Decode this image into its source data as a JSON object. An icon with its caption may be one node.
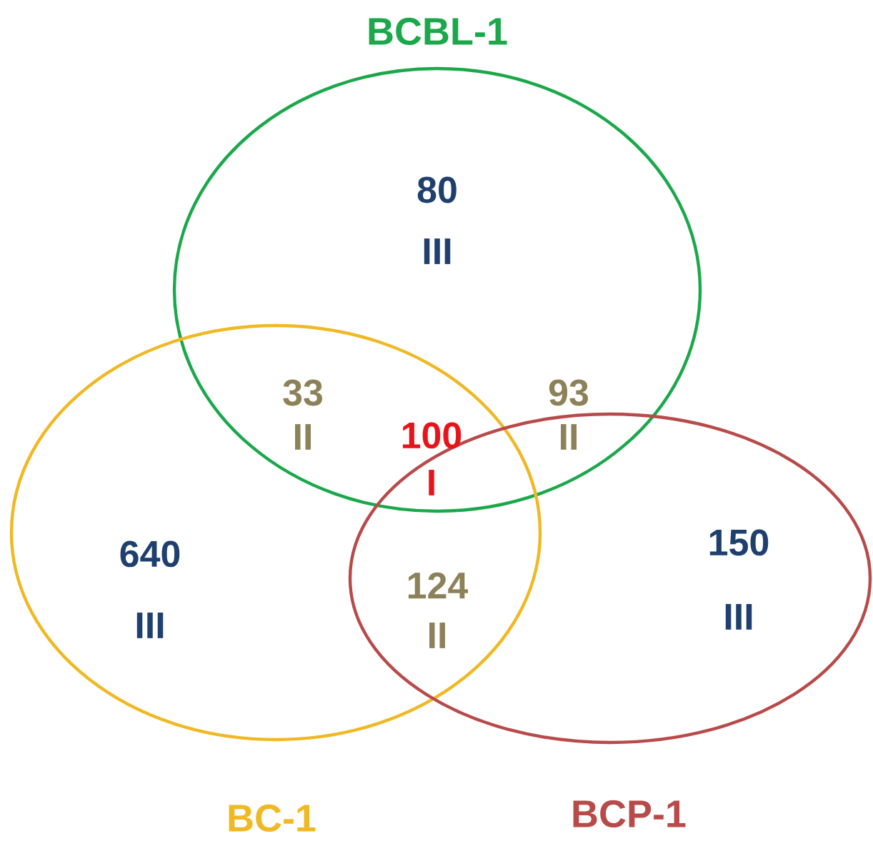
{
  "diagram": {
    "nodes": [
      {
        "text": [
          "BCBL-1"
        ]
      },
      {
        "text": [
          "BC-1"
        ]
      },
      {
        "text": [
          "BCP-1"
        ]
      }
    ],
    "labels": [
      "80",
      "III",
      "33",
      "II",
      "100",
      "I",
      "93",
      "II",
      "640",
      "III",
      "124",
      "II",
      "150",
      "III"
    ]
  }
}
